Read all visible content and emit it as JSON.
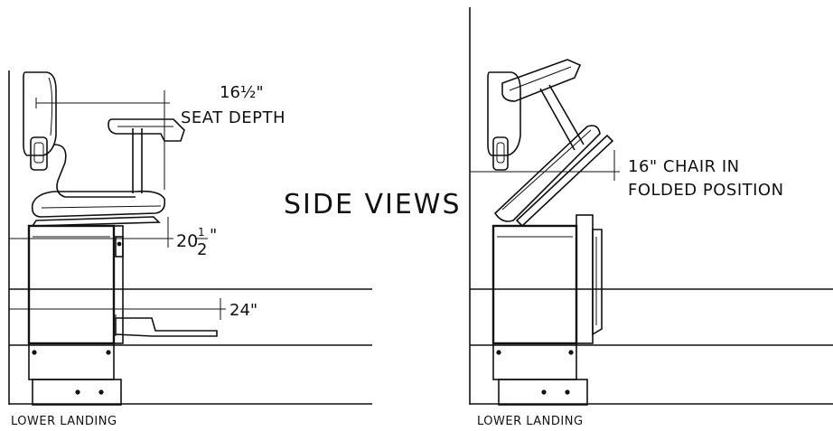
{
  "title": "SIDE VIEWS",
  "left_view": {
    "seat_depth_dim": "16½\"",
    "seat_depth_label": "SEAT DEPTH",
    "width_dim_whole": "20",
    "width_dim_num": "1",
    "width_dim_den": "2",
    "width_dim_inch": "\"",
    "footrest_dim": "24\"",
    "landing_label": "LOWER LANDING"
  },
  "right_view": {
    "folded_line1": "16\" CHAIR IN",
    "folded_line2": "FOLDED POSITION",
    "landing_label": "LOWER LANDING"
  }
}
